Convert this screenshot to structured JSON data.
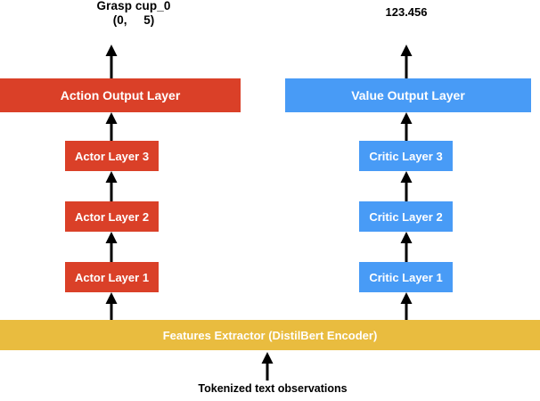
{
  "diagram": {
    "title_top_left": "Grasp cup_0",
    "tuple_top_left": "(0,     5)",
    "value_top_right": "123.456",
    "input_caption": "Tokenized text observations",
    "colors": {
      "actor_red": "#da4028",
      "critic_blue": "#489bf6",
      "features_yellow": "#e9bc3f",
      "arrow_black": "#000000",
      "background": "#ffffff",
      "box_text": "#ffffff"
    },
    "outputs": [
      {
        "id": "action-output-layer",
        "label": "Action Output Layer",
        "color": "#da4028"
      },
      {
        "id": "value-output-layer",
        "label": "Value Output Layer",
        "color": "#489bf6"
      }
    ],
    "actor_branch": {
      "name": "actor",
      "color": "#da4028",
      "layers": [
        {
          "label": "Actor Layer 3"
        },
        {
          "label": "Actor Layer 2"
        },
        {
          "label": "Actor Layer 1"
        }
      ]
    },
    "critic_branch": {
      "name": "critic",
      "color": "#489bf6",
      "layers": [
        {
          "label": "Critic Layer 3"
        },
        {
          "label": "Critic Layer 2"
        },
        {
          "label": "Critic Layer 1"
        }
      ]
    },
    "features_extractor": {
      "label": "Features Extractor (DistilBert Encoder)",
      "color": "#e9bc3f"
    },
    "arrows": [
      {
        "name": "arrow-action-output-to-label",
        "direction": "up"
      },
      {
        "name": "arrow-value-output-to-label",
        "direction": "up"
      },
      {
        "name": "arrow-actor3-to-action-output",
        "direction": "up"
      },
      {
        "name": "arrow-critic3-to-value-output",
        "direction": "up"
      },
      {
        "name": "arrow-actor2-to-actor3",
        "direction": "up"
      },
      {
        "name": "arrow-critic2-to-critic3",
        "direction": "up"
      },
      {
        "name": "arrow-actor1-to-actor2",
        "direction": "up"
      },
      {
        "name": "arrow-critic1-to-critic2",
        "direction": "up"
      },
      {
        "name": "arrow-features-to-actor1",
        "direction": "up"
      },
      {
        "name": "arrow-features-to-critic1",
        "direction": "up"
      },
      {
        "name": "arrow-input-to-features",
        "direction": "up"
      }
    ]
  }
}
